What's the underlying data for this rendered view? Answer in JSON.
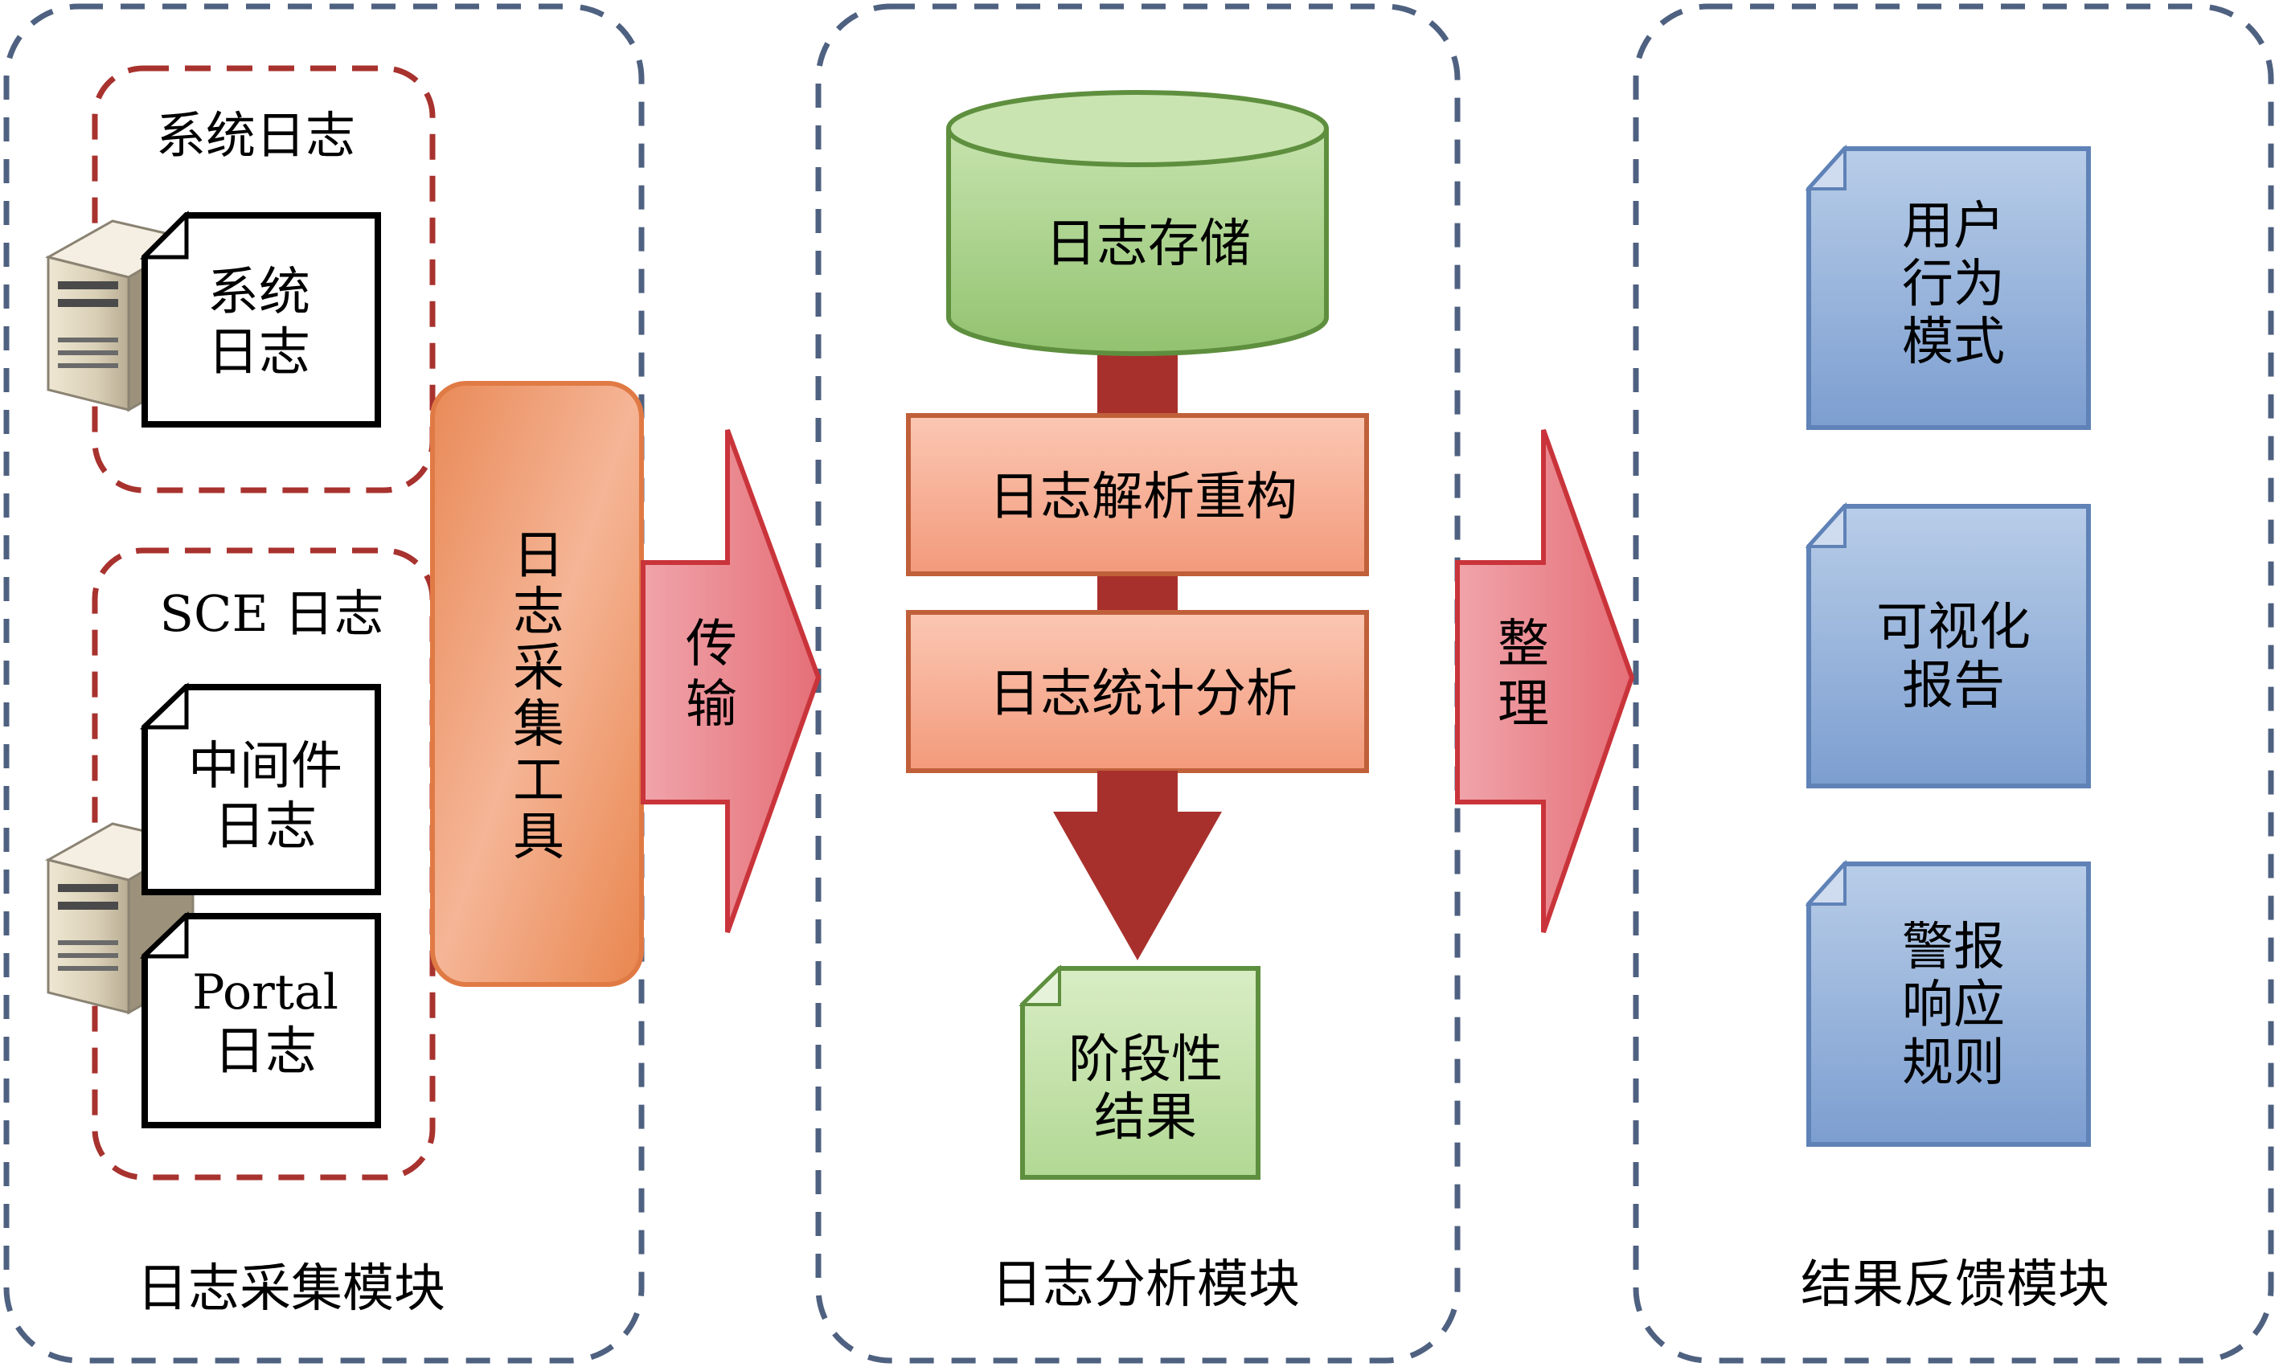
{
  "modules": {
    "collection": {
      "title": "日志采集模块",
      "system_group_label": "系统日志",
      "system_log_line1": "系统",
      "system_log_line2": "日志",
      "sce_group_label": "SCE 日志",
      "middleware_line1": "中间件",
      "middleware_line2": "日志",
      "portal_line1": "Portal",
      "portal_line2": "日志",
      "tool_label": [
        "日",
        "志",
        "采",
        "集",
        "工",
        "具"
      ]
    },
    "analysis": {
      "title": "日志分析模块",
      "storage_label": "日志存储",
      "parse_label": "日志解析重构",
      "stats_label": "日志统计分析",
      "result_line1": "阶段性",
      "result_line2": "结果"
    },
    "feedback": {
      "title": "结果反馈模块",
      "user_behavior": [
        "用户",
        "行为",
        "模式"
      ],
      "visual_report": [
        "可视化",
        "报告"
      ],
      "alert_rules": [
        "警报",
        "响应",
        "规则"
      ]
    }
  },
  "arrows": {
    "transmit": [
      "传",
      "输"
    ],
    "organize": [
      "整",
      "理"
    ]
  },
  "colors": {
    "module_border": "#4f6180",
    "group_border": "#a8322e",
    "tool_fill": "#ef9b6f",
    "tool_border": "#e07a45",
    "arrow_fill": "#f2a8ad",
    "arrow_border": "#c9343a",
    "storage_fill": "#a6cf8b",
    "storage_border": "#5e8f3e",
    "process_fill": "#f7aa8f",
    "process_border": "#c0603a",
    "down_arrow": "#a8302c",
    "result_fill": "#c7e3ad",
    "feedback_fill": "#8fb0d8",
    "feedback_border": "#5f82b7"
  }
}
